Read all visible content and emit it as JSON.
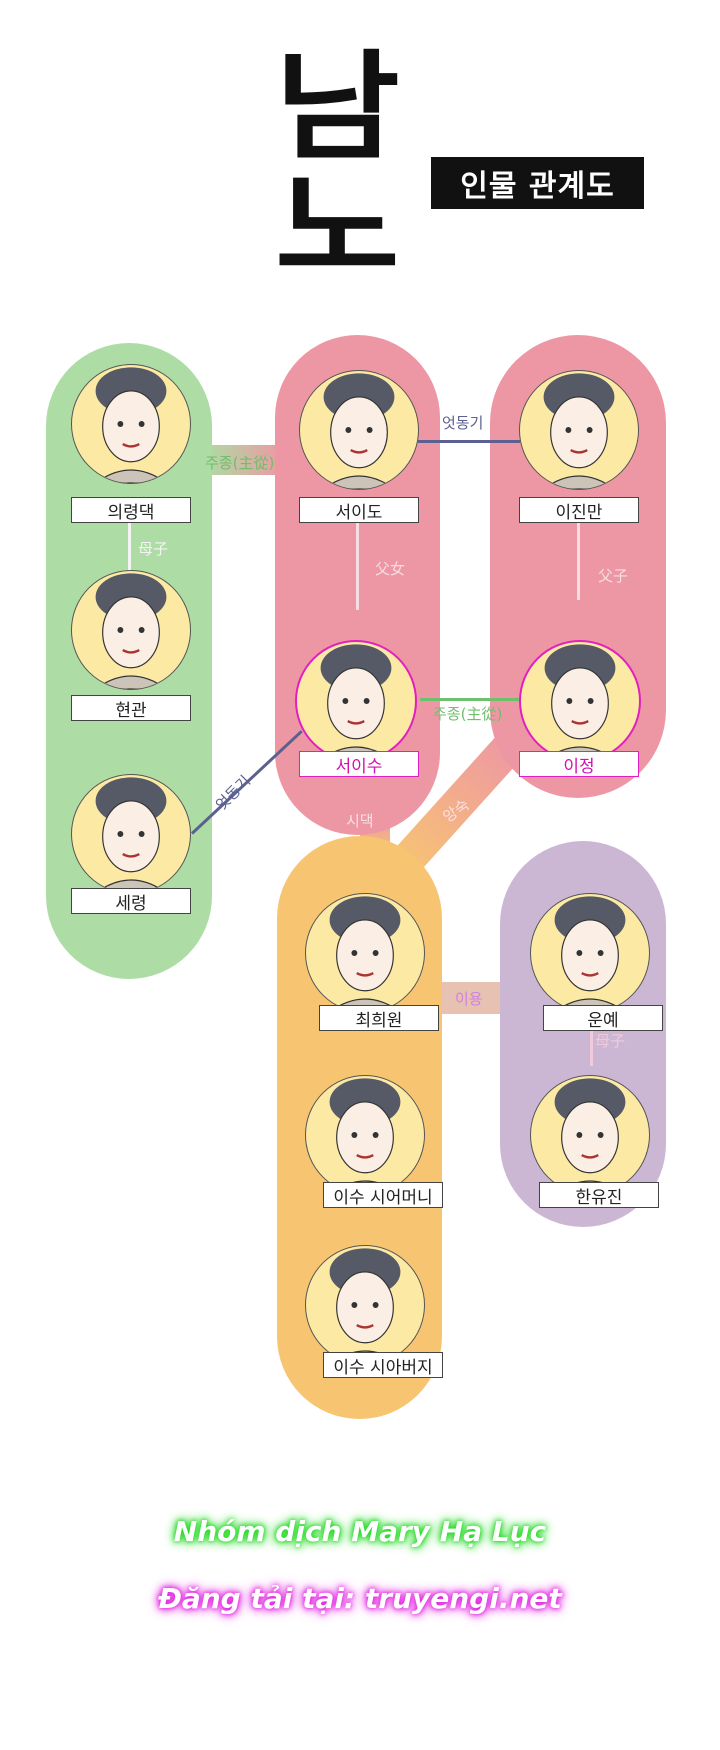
{
  "title": {
    "char1": "남",
    "char2": "노",
    "subtitle": "인물 관계도"
  },
  "characters": {
    "uiryeongdaek": "의령댁",
    "hyeongwan": "현관",
    "seryeong": "세령",
    "seoido": "서이도",
    "seoisu": "서이수",
    "ijinman": "이진만",
    "ijeong": "이정",
    "choehuiwon": "최희원",
    "isu_mother_in_law": "이수 시어머니",
    "isu_father_in_law": "이수 시아버지",
    "unye": "운예",
    "hanyujin": "한유진"
  },
  "relations": {
    "master_servant_1": "주종(主從)",
    "old_friends_1": "엇동기",
    "mother_son_1": "母子",
    "father_daughter": "父女",
    "father_son": "父子",
    "master_servant_2": "주종(主從)",
    "old_friends_2": "엇동기",
    "in_laws": "시댁",
    "enemies": "앙숙",
    "use": "이용",
    "mother_son_2": "母子"
  },
  "footer": {
    "group": "Nhóm dịch Mary Hạ Lục",
    "site": "Đăng tải tại: truyengi.net"
  },
  "colors": {
    "green": "#addca4",
    "pink": "#ee97a4",
    "orange": "#f7c472",
    "purple": "#cbb7d4",
    "highlight": "#e020c0"
  }
}
